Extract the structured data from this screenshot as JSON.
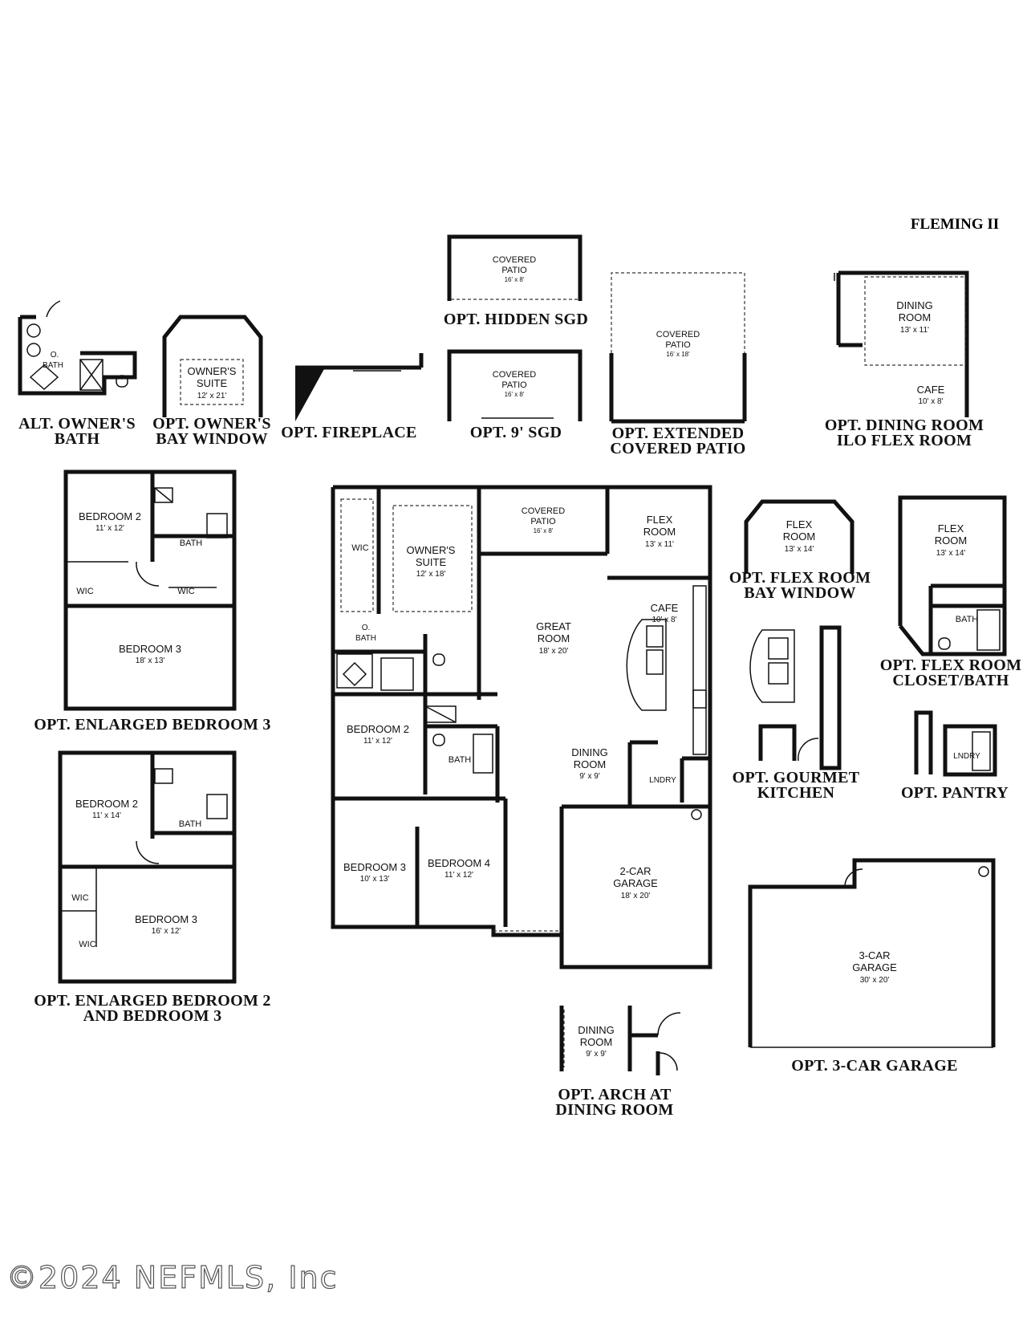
{
  "plan_title": "FLEMING II",
  "watermark": "©2024 NEFMLS, Inc",
  "options": [
    {
      "id": "alt_owners_bath",
      "lines": [
        "ALT. OWNER'S",
        "BATH"
      ]
    },
    {
      "id": "opt_owners_bay",
      "lines": [
        "OPT. OWNER'S",
        "BAY WINDOW"
      ]
    },
    {
      "id": "opt_fireplace",
      "lines": [
        "OPT. FIREPLACE"
      ]
    },
    {
      "id": "opt_9_sgd",
      "lines": [
        "OPT. 9' SGD"
      ]
    },
    {
      "id": "opt_hidden_sgd",
      "lines": [
        "OPT. HIDDEN SGD"
      ]
    },
    {
      "id": "opt_ext_patio",
      "lines": [
        "OPT. EXTENDED",
        "COVERED PATIO"
      ]
    },
    {
      "id": "opt_dining_ilo",
      "lines": [
        "OPT. DINING ROOM",
        "ILO FLEX ROOM"
      ]
    },
    {
      "id": "opt_enl_bed3",
      "lines": [
        "OPT. ENLARGED BEDROOM 3"
      ]
    },
    {
      "id": "opt_enl_bed23",
      "lines": [
        "OPT. ENLARGED BEDROOM 2",
        "AND BEDROOM 3"
      ]
    },
    {
      "id": "opt_flex_bay",
      "lines": [
        "OPT. FLEX ROOM",
        "BAY WINDOW"
      ]
    },
    {
      "id": "opt_flex_closet",
      "lines": [
        "OPT. FLEX ROOM",
        "CLOSET/BATH"
      ]
    },
    {
      "id": "opt_gourmet",
      "lines": [
        "OPT. GOURMET",
        "KITCHEN"
      ]
    },
    {
      "id": "opt_pantry",
      "lines": [
        "OPT. PANTRY"
      ]
    },
    {
      "id": "opt_arch",
      "lines": [
        "OPT. ARCH AT",
        "DINING ROOM"
      ]
    },
    {
      "id": "opt_3car",
      "lines": [
        "OPT. 3-CAR GARAGE"
      ]
    }
  ],
  "rooms": {
    "alt_obath": {
      "name": "O.",
      "name2": "BATH"
    },
    "bay_suite": {
      "name": "OWNER'S",
      "name2": "SUITE",
      "dim": "12' x 21'"
    },
    "patio_hidden": {
      "name": "COVERED",
      "name2": "PATIO",
      "dim": "16' x 8'"
    },
    "patio_9sgd": {
      "name": "COVERED",
      "name2": "PATIO",
      "dim": "16' x 8'"
    },
    "patio_ext": {
      "name": "COVERED",
      "name2": "PATIO",
      "dim": "16' x 18'"
    },
    "dining_ilo": {
      "name": "DINING",
      "name2": "ROOM",
      "dim": "13' x 11'"
    },
    "cafe_ilo": {
      "name": "CAFE",
      "dim": "10' x 8'"
    },
    "eb3_bed2": {
      "name": "BEDROOM 2",
      "dim": "11' x 12'"
    },
    "eb3_bath": {
      "name": "BATH"
    },
    "eb3_wic1": {
      "name": "WIC"
    },
    "eb3_wic2": {
      "name": "WIC"
    },
    "eb3_bed3": {
      "name": "BEDROOM 3",
      "dim": "18' x 13'"
    },
    "eb23_bed2": {
      "name": "BEDROOM 2",
      "dim": "11' x 14'"
    },
    "eb23_bath": {
      "name": "BATH"
    },
    "eb23_wic1": {
      "name": "WIC"
    },
    "eb23_wic2": {
      "name": "WIC"
    },
    "eb23_bed3": {
      "name": "BEDROOM 3",
      "dim": "16' x 12'"
    },
    "main_wic": {
      "name": "WIC"
    },
    "main_suite": {
      "name": "OWNER'S",
      "name2": "SUITE",
      "dim": "12' x 18'"
    },
    "main_patio": {
      "name": "COVERED",
      "name2": "PATIO",
      "dim": "16' x 8'"
    },
    "main_flex": {
      "name": "FLEX",
      "name2": "ROOM",
      "dim": "13' x 11'"
    },
    "main_cafe": {
      "name": "CAFE",
      "dim": "10' x 8'"
    },
    "main_great": {
      "name": "GREAT",
      "name2": "ROOM",
      "dim": "18' x 20'"
    },
    "main_obath": {
      "name": "O.",
      "name2": "BATH"
    },
    "main_bed2": {
      "name": "BEDROOM 2",
      "dim": "11' x 12'"
    },
    "main_bath": {
      "name": "BATH"
    },
    "main_dining": {
      "name": "DINING",
      "name2": "ROOM",
      "dim": "9' x 9'"
    },
    "main_lndry": {
      "name": "LNDRY"
    },
    "main_bed3": {
      "name": "BEDROOM 3",
      "dim": "10' x 13'"
    },
    "main_bed4": {
      "name": "BEDROOM 4",
      "dim": "11' x 12'"
    },
    "main_garage": {
      "name": "2-CAR",
      "name2": "GARAGE",
      "dim": "18' x 20'"
    },
    "flexbay": {
      "name": "FLEX",
      "name2": "ROOM",
      "dim": "13' x 14'"
    },
    "flexcb": {
      "name": "FLEX",
      "name2": "ROOM",
      "dim": "13' x 14'"
    },
    "flexcb_bath": {
      "name": "BATH"
    },
    "pantry_lndry": {
      "name": "LNDRY"
    },
    "arch_dining": {
      "name": "DINING",
      "name2": "ROOM",
      "dim": "9' x 9'"
    },
    "garage3": {
      "name": "3-CAR",
      "name2": "GARAGE",
      "dim": "30' x 20'"
    }
  }
}
